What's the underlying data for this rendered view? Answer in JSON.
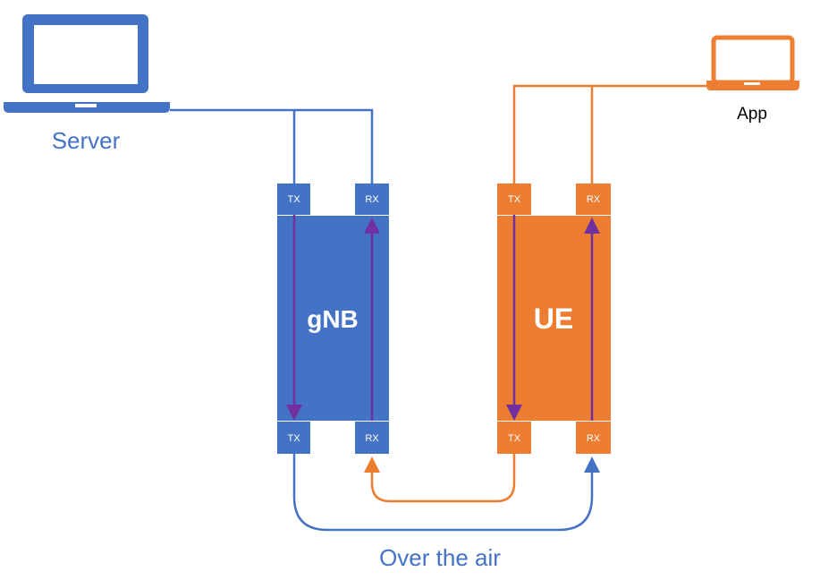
{
  "colors": {
    "blue": "#4472C4",
    "orange": "#ED7D31",
    "purple": "#7030A0",
    "white": "#FFFFFF"
  },
  "icons": {
    "server_icon": "laptop-icon",
    "app_icon": "laptop-icon"
  },
  "labels": {
    "server": "Server",
    "app": "App",
    "gnb": "gNB",
    "ue": "UE",
    "over_the_air": "Over the air"
  },
  "ports": {
    "gnb_top_tx": "TX",
    "gnb_top_rx": "RX",
    "gnb_bottom_tx": "TX",
    "gnb_bottom_rx": "RX",
    "ue_top_tx": "TX",
    "ue_top_rx": "RX",
    "ue_bottom_tx": "TX",
    "ue_bottom_rx": "RX"
  }
}
